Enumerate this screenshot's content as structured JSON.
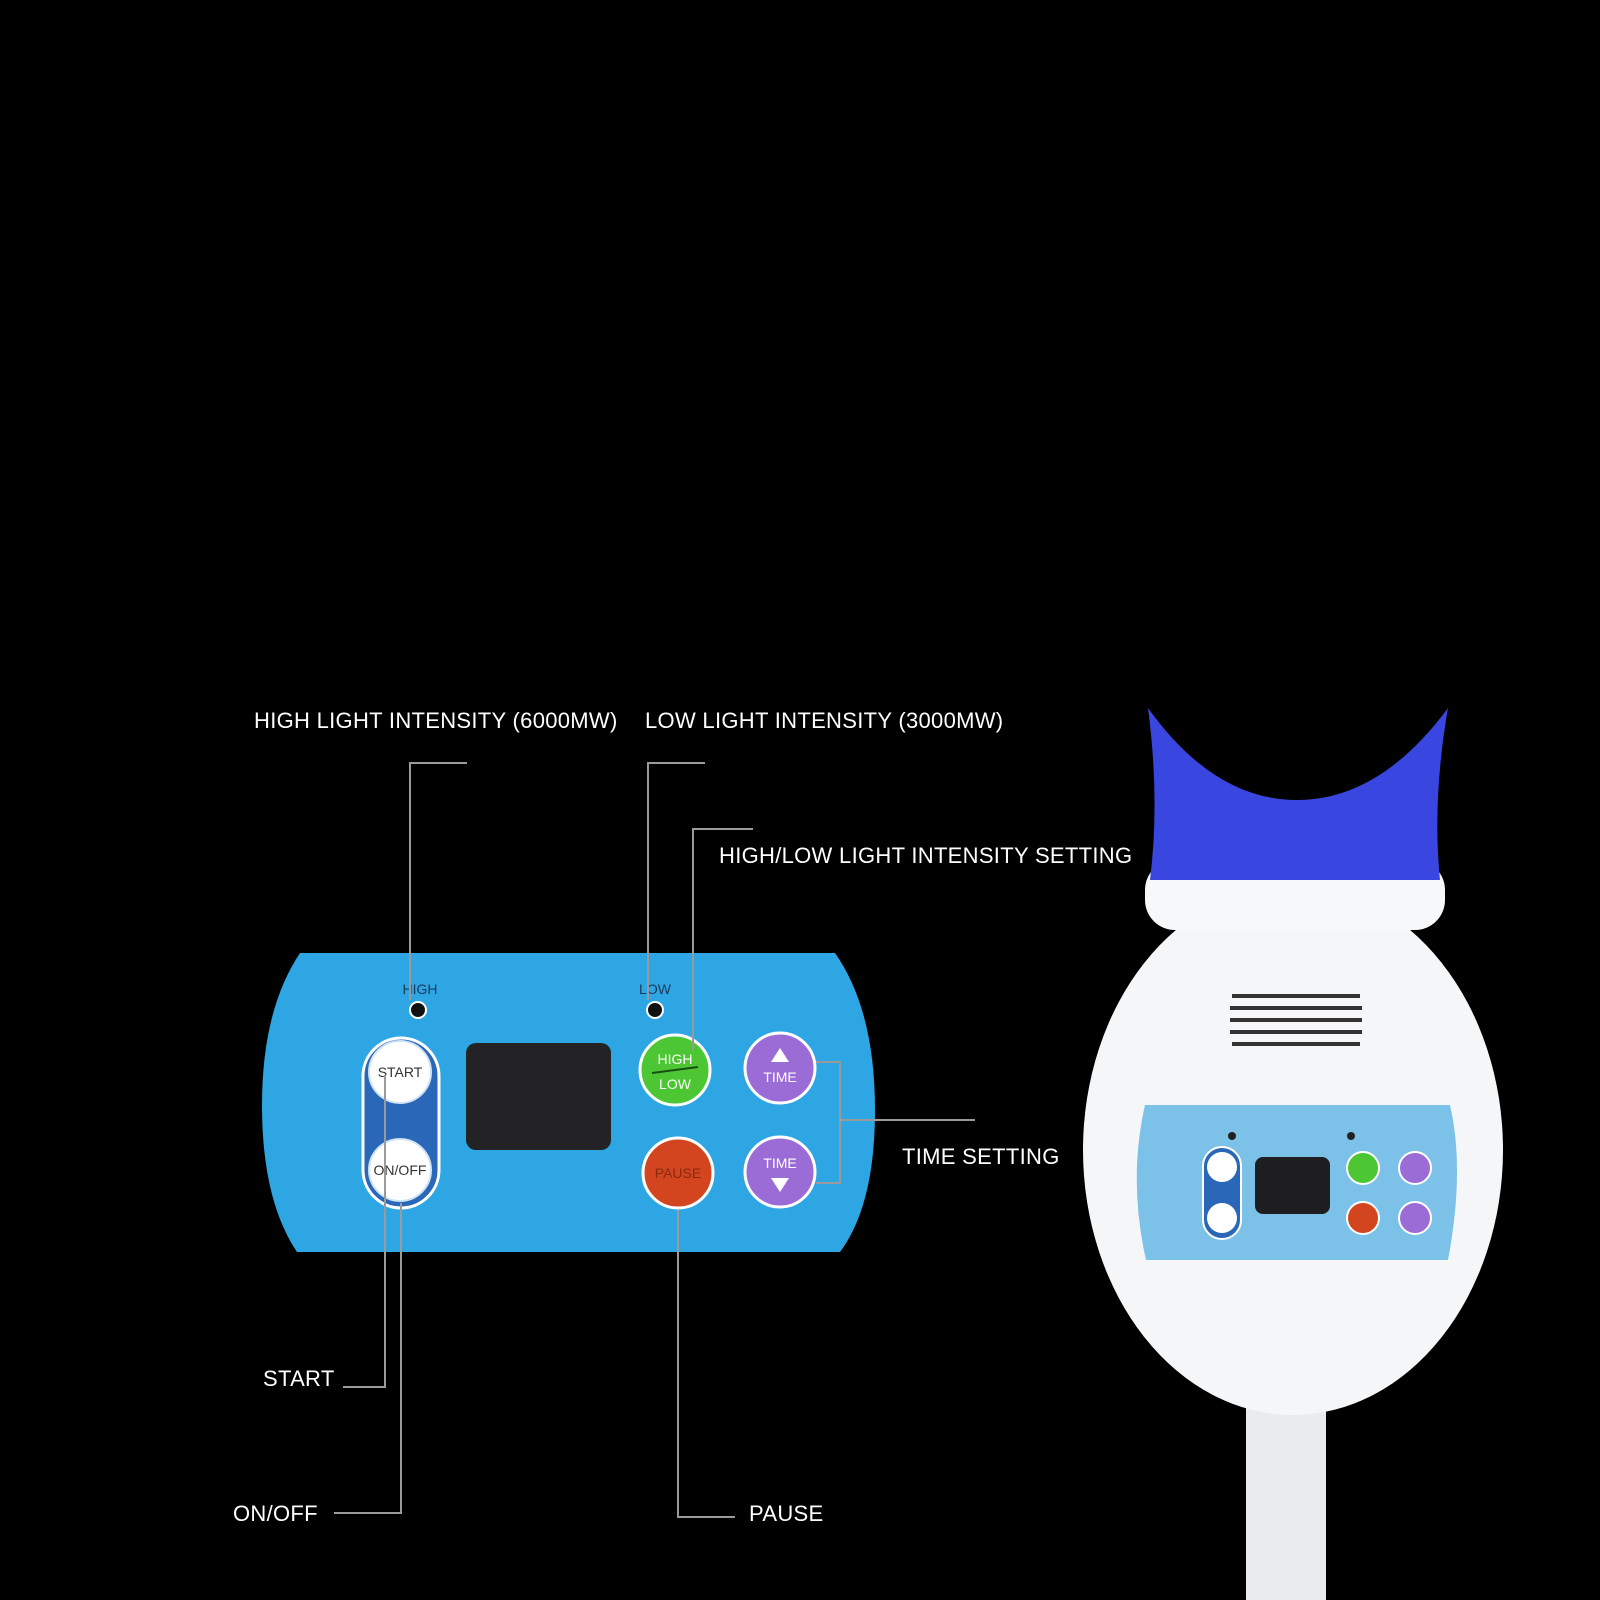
{
  "callouts": {
    "high_intensity": "HIGH LIGHT INTENSITY (6000MW)",
    "low_intensity": "LOW LIGHT INTENSITY  (3000MW)",
    "high_low_setting": "HIGH/LOW LIGHT INTENSITY SETTING",
    "time_setting": "TIME SETTING",
    "start": "START",
    "on_off": "ON/OFF",
    "pause": "PAUSE"
  },
  "panel": {
    "high_indicator": "HIGH",
    "low_indicator": "LOW",
    "start_button": "START",
    "on_off_button": "ON/OFF",
    "high_low_top": "HIGH",
    "high_low_bottom": "LOW",
    "pause_button": "PAUSE",
    "time_up": "TIME",
    "time_down": "TIME"
  },
  "colors": {
    "panel_blue": "#2EA6E3",
    "green_button": "#4CC733",
    "orange_button": "#D2451E",
    "purple_button": "#9B6CD6",
    "device_cup": "#3A46E0",
    "background": "#000000"
  }
}
